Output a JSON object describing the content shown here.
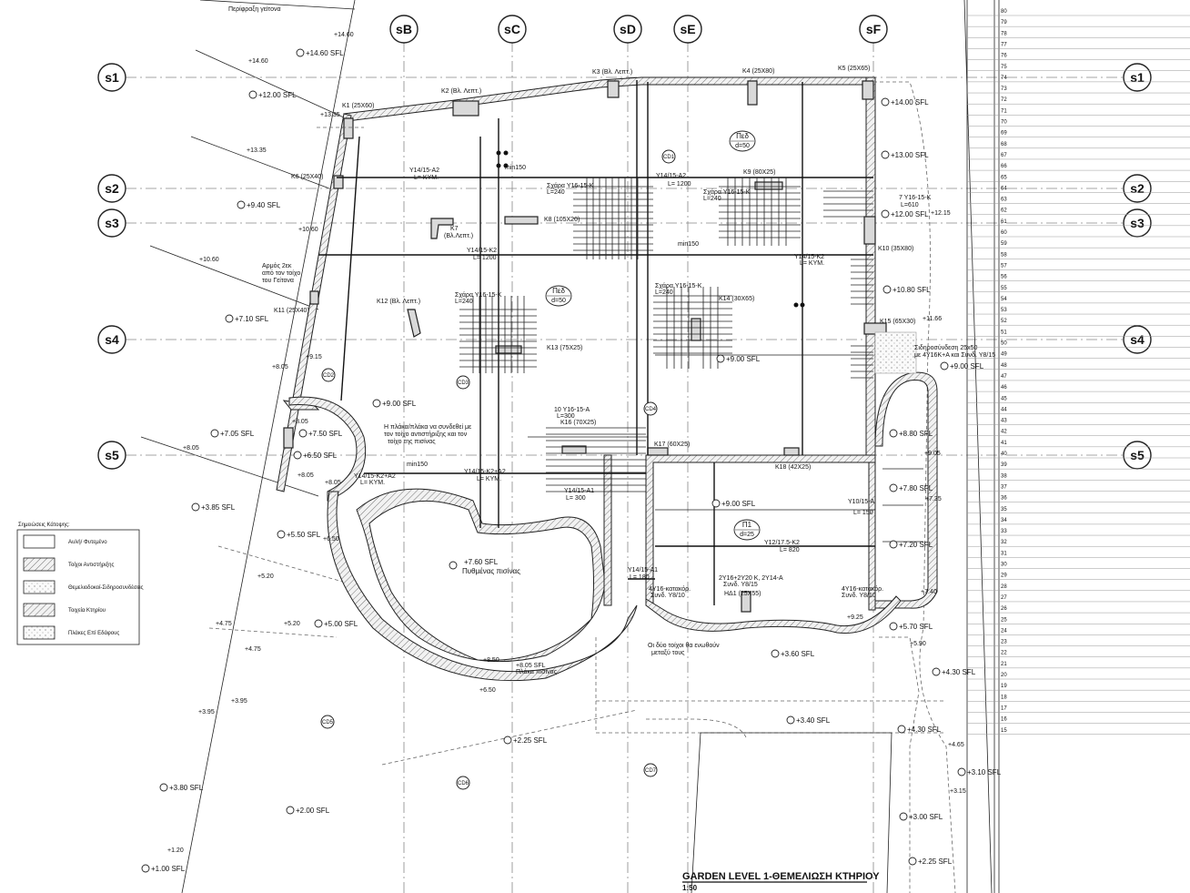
{
  "drawing": {
    "title": "GARDEN LEVEL 1-ΘΕΜΕΛΙΩΣΗ ΚΤΗΡΙΟΥ",
    "scale": "1:50",
    "neighbor_boundary": "Περίφραξη γείτονα"
  },
  "grid": {
    "vertical": [
      "sB",
      "sC",
      "sD",
      "sE",
      "sF"
    ],
    "horizontal": [
      "s1",
      "s2",
      "s3",
      "s4",
      "s5"
    ]
  },
  "columns": {
    "k1": "K1 (25X60)",
    "k2": "K2 (Βλ. Λεπτ.)",
    "k3": "K3 (Βλ. Λεπτ.)",
    "k4": "K4 (25X80)",
    "k5": "K5 (25X65)",
    "k6": "K6 (25X40)",
    "k7a": "K7",
    "k7b": "(Βλ.Λεπτ.)",
    "k8": "K8 (105X20)",
    "k9": "K9 (80X25)",
    "k10": "K10 (35X80)",
    "k11": "K11 (25X40)",
    "k12": "K12 (Βλ. Λεπτ.)",
    "k13": "K13 (75X25)",
    "k14": "K14 (30X65)",
    "k15": "K15 (65X30)",
    "k16": "K16 (70X25)",
    "k17": "K17 (60X25)",
    "k18": "K18 (42X25)",
    "hd1": "ΗΔ1 (25X55)"
  },
  "rebar": {
    "r1": "Y14/15-A2",
    "r1b": "L= ΚΥΜ.",
    "r2": "Y14/15-A2",
    "r2b": "L= 1200",
    "r3": "Y14/15-K2",
    "r3b": "L= 1200",
    "r4": "Y14/15-K2",
    "r4b": "L= ΚΥΜ.",
    "r5": "Y14/15-K2+A2",
    "r5b": "L= ΚΥΜ.",
    "r6": "Y14/15-K2+A2",
    "r6b": "L= ΚΥΜ.",
    "r7": "Y14/15-A1",
    "r7b": "L= 300",
    "r8": "Y14/15-A1",
    "r8b": "L= 180",
    "r9": "Y12/17.5-K2",
    "r9b": "L= 820",
    "r10": "Y10/15-A",
    "r10b": "L= 150",
    "m1": "Σχάρα Y16-15-K",
    "m1b": "L=240",
    "m2": "Σχάρα Y16-15-K",
    "m2b": "L=240",
    "m3": "Σχάρα Y16-15-K",
    "m3b": "L=240",
    "m4": "Σχάρα Y16-15-K",
    "m4b": "L=240",
    "r11": "7 Y16-15-K",
    "r11b": "L=610",
    "r12": "10 Y16-15-A",
    "r12b": "L=300",
    "r13": "2Y16+2Y20 K, 2Y14-A",
    "r13b": "Συνδ. Y8/15",
    "r14": "4Y16-κατακόρ.",
    "r14b": "Συνδ. Y8/10",
    "r15": "4Y16-κατακόρ.",
    "r15b": "Συνδ. Y8/10",
    "min150": "min150",
    "min150b": "min150",
    "min150c": "min150"
  },
  "slabs": {
    "p1_name": "Πεδ",
    "p1_d": "d=50",
    "p2_name": "Πεδ",
    "p2_d": "d=50",
    "p3_name": "Π1",
    "p3_d": "d=25"
  },
  "levels": [
    "+14.60 SFL",
    "+12.00 SFL",
    "+9.40 SFL",
    "+7.10 SFL",
    "+7.05 SFL",
    "+3.85 SFL",
    "+5.50 SFL",
    "+5.00 SFL",
    "+2.25 SFL",
    "+3.80 SFL",
    "+2.00 SFL",
    "+1.00 SFL",
    "+14.00 SFL",
    "+13.00 SFL",
    "+12.00 SFL",
    "+10.80 SFL",
    "+9.00 SFL",
    "+9.00 SFL",
    "+8.80 SFL",
    "+7.80 SFL",
    "+7.20 SFL",
    "+5.70 SFL",
    "+4.30 SFL",
    "+4.30 SFL",
    "+3.60 SFL",
    "+3.40 SFL",
    "+3.10 SFL",
    "+3.00 SFL",
    "+2.25 SFL",
    "+9.00 SFL",
    "+7.60 SFL",
    "+7.50 SFL",
    "+6.50 SFL",
    "+9.00 SFL"
  ],
  "spot_levels": [
    "+14.60",
    "+14.60",
    "+13.35",
    "+13.35",
    "+10.60",
    "+10.60",
    "+9.15",
    "+8.05",
    "+8.05",
    "+8.05",
    "+8.05",
    "+6.50",
    "+5.20",
    "+5.20",
    "+4.75",
    "+4.75",
    "+3.95",
    "+3.95",
    "+1.20",
    "+11.66",
    "+12.15",
    "+9.05",
    "+7.35",
    "+7.40",
    "+9.25",
    "+5.90",
    "+4.65",
    "+3.15",
    "+8.50",
    "+6.50",
    "+8.05"
  ],
  "notes": {
    "joint1": "Αρμός 2εκ",
    "joint2": "από τον τοίχο",
    "joint3": "του Γείτονα",
    "pool_note1": "Η πλάκα/πλάκα να συνδεθεί με",
    "pool_note2": "τον τοίχο αντιστήριξης και τον",
    "pool_note3": "τοίχο της πισίνας",
    "pool_floor1": "+7.60 SFL",
    "pool_floor2": "Πυθμένας πισίνας",
    "walls_note": "Οι δύο τοίχοι θα ενωθούν",
    "walls_note2": "μεταξύ τους",
    "tie_beam1": "Σιδηροσύνδεση 25x50",
    "tie_beam2": "με 4Y16K+A και Συνδ. Y8/15",
    "pool_level": "+8.05 SFL",
    "pool_level2": "Πλάκα πισίνας"
  },
  "legend": {
    "title": "Σημειώσεις Κάτοψης:",
    "items": [
      "Αυλή/ Φυτεμένο",
      "Τοίχοι Αντιστήριξης",
      "Θεμελιοδοκοί-Σιδηροσυνδέσεις",
      "Τοιχεία Κτηρίου",
      "Πλάκες Επί Εδάφους"
    ]
  },
  "section_marks": {
    "cd1": "CD1",
    "cd2": "CD2",
    "cd3": "CD3",
    "cd4": "CD4",
    "cd5": "CD5",
    "cd6": "CD6",
    "cd7": "CD7"
  },
  "stair_numbers": [
    "80",
    "79",
    "78",
    "77",
    "76",
    "75",
    "74",
    "73",
    "72",
    "71",
    "70",
    "69",
    "68",
    "67",
    "66",
    "65",
    "64",
    "63",
    "62",
    "61",
    "60",
    "59",
    "58",
    "57",
    "56",
    "55",
    "54",
    "53",
    "52",
    "51",
    "50",
    "49",
    "48",
    "47",
    "46",
    "45",
    "44",
    "43",
    "42",
    "41",
    "40",
    "39",
    "38",
    "37",
    "36",
    "35",
    "34",
    "33",
    "32",
    "31",
    "30",
    "29",
    "28",
    "27",
    "26",
    "25",
    "24",
    "23",
    "22",
    "21",
    "20",
    "19",
    "18",
    "17",
    "16",
    "15"
  ]
}
